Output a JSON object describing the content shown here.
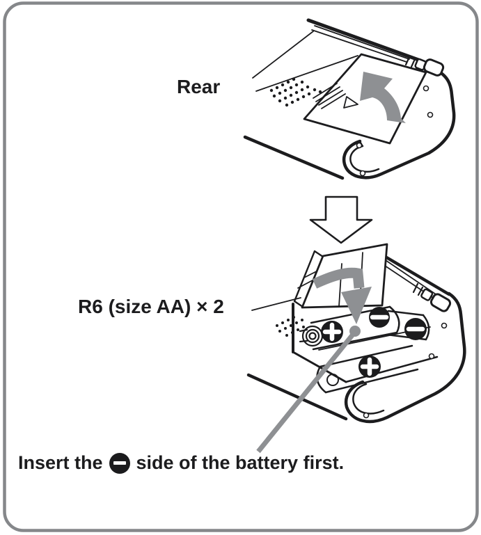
{
  "figure": {
    "type": "instruction-diagram",
    "subject": "battery installation",
    "frame_border_color": "#85878a",
    "ink_color": "#1c1c1e",
    "arrow_gray_color": "#8e9093",
    "labels": {
      "rear": "Rear",
      "battery_type": "R6 (size AA) × 2"
    },
    "caption": {
      "prefix": "Insert the",
      "symbol": "minus-circle-icon",
      "suffix": "side of the battery first."
    },
    "illustrations": [
      {
        "name": "device-rear-closed",
        "description_icons": [
          "open-lid-curved-arrow-icon"
        ]
      },
      {
        "name": "step-down-arrow-icon"
      },
      {
        "name": "battery-compartment-open",
        "polarity_markers": [
          "plus",
          "minus",
          "minus",
          "plus"
        ],
        "description_icons": [
          "insert-direction-arrow-icon",
          "callout-dot",
          "callout-line"
        ]
      }
    ]
  }
}
